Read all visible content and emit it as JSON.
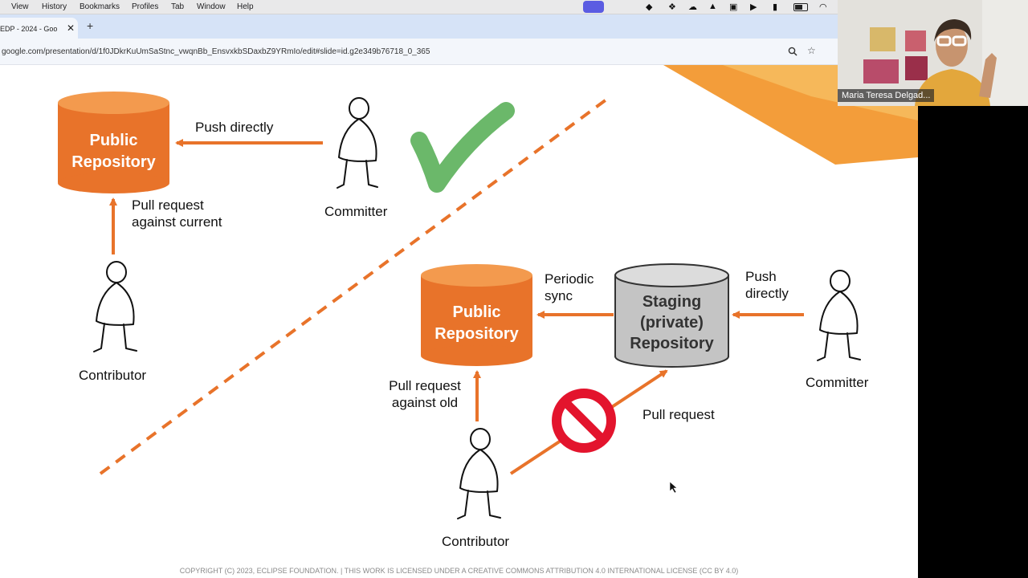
{
  "menubar": {
    "items": [
      "View",
      "History",
      "Bookmarks",
      "Profiles",
      "Tab",
      "Window",
      "Help"
    ],
    "status_icons": [
      "screen-share-icon",
      "location-icon",
      "dropbox-icon",
      "cloud-icon",
      "vlc-icon",
      "window-icon",
      "play-icon",
      "clipboard-icon",
      "battery-icon",
      "wifi-icon"
    ]
  },
  "browser": {
    "tab_title": "EDP - 2024 - Goo",
    "tab_close": "✕",
    "new_tab": "+",
    "url": "google.com/presentation/d/1f0JDkrKuUmSaStnc_vwqnBb_EnsvxkbSDaxbZ9YRmIo/edit#slide=id.g2e349b76718_0_365"
  },
  "slide": {
    "top_repo": {
      "line1": "Public",
      "line2": "Repository"
    },
    "push_directly_top": "Push directly",
    "committer_top": "Committer",
    "pull_request_current": {
      "line1": "Pull request",
      "line2": "against current"
    },
    "contributor_left": "Contributor",
    "bottom_repo": {
      "line1": "Public",
      "line2": "Repository"
    },
    "periodic_sync": {
      "line1": "Periodic",
      "line2": "sync"
    },
    "staging_repo": {
      "line1": "Staging",
      "line2": "(private)",
      "line3": "Repository"
    },
    "push_directly_right": {
      "line1": "Push",
      "line2": "directly"
    },
    "committer_right": "Committer",
    "pull_request_old": {
      "line1": "Pull request",
      "line2": "against old"
    },
    "pull_request": "Pull request",
    "contributor_bottom": "Contributor",
    "copyright": "COPYRIGHT (C) 2023, ECLIPSE FOUNDATION. | THIS WORK IS LICENSED UNDER A CREATIVE COMMONS ATTRIBUTION 4.0 INTERNATIONAL LICENSE (CC BY 4.0)"
  },
  "video": {
    "name": "Maria Teresa Delgad..."
  },
  "colors": {
    "orange": "#e8732a",
    "check_green": "#6bb86a",
    "stop_red": "#e3142d",
    "staging_gray": "#c4c4c4"
  }
}
